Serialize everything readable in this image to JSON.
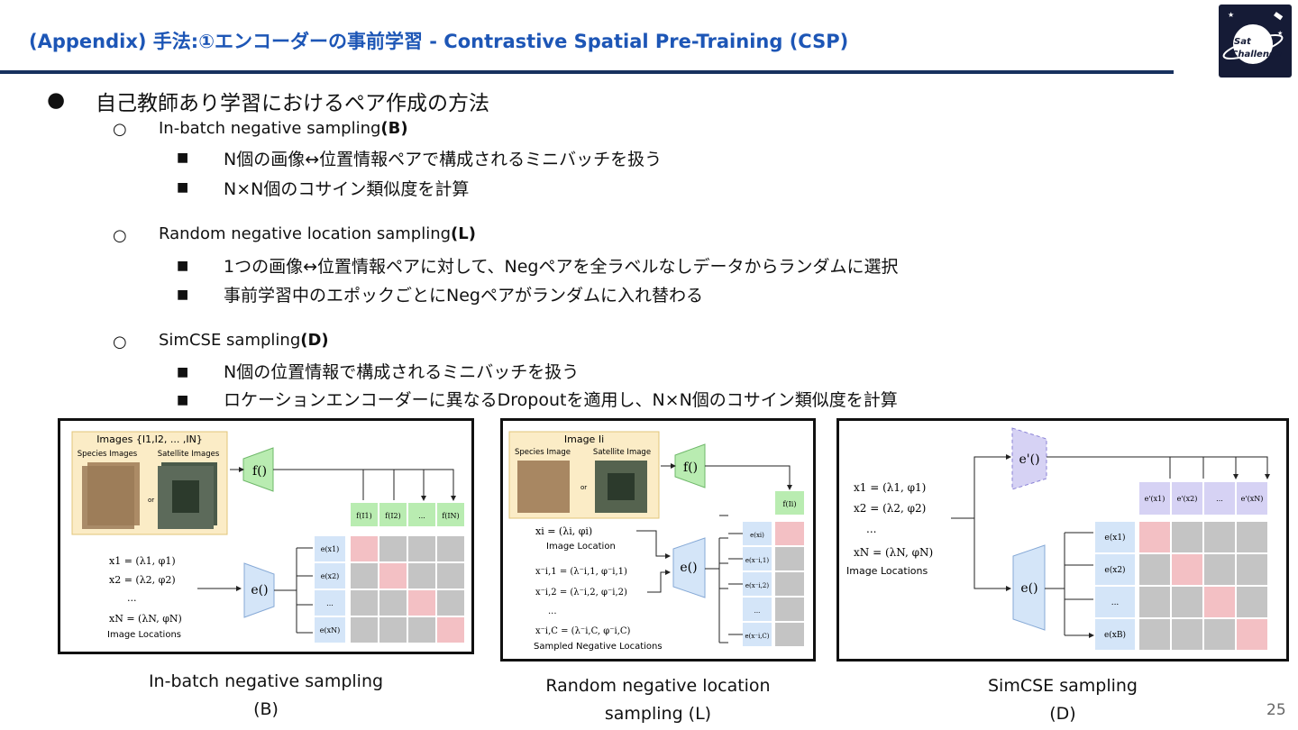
{
  "header": {
    "title": "(Appendix) 手法:①エンコーダーの事前学習 - Contrastive Spatial Pre-Training (CSP)",
    "logo_text": [
      "Sat",
      "Challenge"
    ]
  },
  "content": {
    "heading": "自己教師あり学習におけるペア作成の方法",
    "sections": [
      {
        "label": "In-batch negative sampling",
        "tag": "(B)",
        "points": [
          "N個の画像↔位置情報ペアで構成されるミニバッチを扱う",
          "N×N個のコサイン類似度を計算"
        ]
      },
      {
        "label": "Random negative location sampling",
        "tag": "(L)",
        "points": [
          "1つの画像↔位置情報ペアに対して、Negペアを全ラベルなしデータからランダムに選択",
          "事前学習中のエポックごとにNegペアがランダムに入れ替わる"
        ]
      },
      {
        "label": "SimCSE sampling",
        "tag": "(D)",
        "points": [
          "N個の位置情報で構成されるミニバッチを扱う",
          "ロケーションエンコーダーに異なるDropoutを適用し、N×N個のコサイン類似度を計算"
        ]
      }
    ]
  },
  "figures": {
    "b": {
      "images_title": "Images {I1,I2, ... ,IN}",
      "species_label": "Species Images",
      "satellite_label": "Satellite Images",
      "or": "or",
      "f_label": "f()",
      "e_label": "e()",
      "f_outputs": [
        "f(I1)",
        "f(I2)",
        "...",
        "f(IN)"
      ],
      "e_outputs": [
        "e(x1)",
        "e(x2)",
        "...",
        "e(xN)"
      ],
      "locs": [
        "x1 = (λ1, φ1)",
        "x2 = (λ2, φ2)",
        "...",
        "xN = (λN, φN)"
      ],
      "locs_label": "Image Locations",
      "caption_1": "In-batch negative sampling",
      "caption_2": "(B)"
    },
    "l": {
      "image_title": "Image Ii",
      "species_label": "Species Image",
      "satellite_label": "Satellite Image",
      "or": "or",
      "f_label": "f()",
      "e_label": "e()",
      "f_output": "f(Ii)",
      "loc_pos": "xi = (λi, φi)",
      "loc_pos_label": "Image Location",
      "locs_neg": [
        "x⁻i,1 = (λ⁻i,1, φ⁻i,1)",
        "x⁻i,2 = (λ⁻i,2, φ⁻i,2)",
        "...",
        "x⁻i,C = (λ⁻i,C, φ⁻i,C)"
      ],
      "neg_label": "Sampled Negative Locations",
      "e_outputs": [
        "e(xi)",
        "e(x⁻i,1)",
        "e(x⁻i,2)",
        "...",
        "e(x⁻i,C)"
      ],
      "caption_1": "Random negative location",
      "caption_2": "sampling (L)"
    },
    "d": {
      "e_prime_label": "e'()",
      "e_label": "e()",
      "top_outputs": [
        "e'(x1)",
        "e'(x2)",
        "...",
        "e'(xN)"
      ],
      "e_outputs": [
        "e(x1)",
        "e(x2)",
        "...",
        "e(xB)"
      ],
      "locs": [
        "x1 = (λ1, φ1)",
        "x2 = (λ2, φ2)",
        "...",
        "xN = (λN, φN)"
      ],
      "locs_label": "Image Locations",
      "caption_1": "SimCSE sampling",
      "caption_2": "(D)"
    }
  },
  "footer": {
    "page_number": "25"
  },
  "colors": {
    "title": "#1d56b6",
    "rule": "#17315e",
    "green": "#b9ecb1",
    "blue": "#d4e5f8",
    "pink": "#f3c0c4",
    "gray": "#c4c4c4",
    "purple": "#d6d2f4"
  }
}
